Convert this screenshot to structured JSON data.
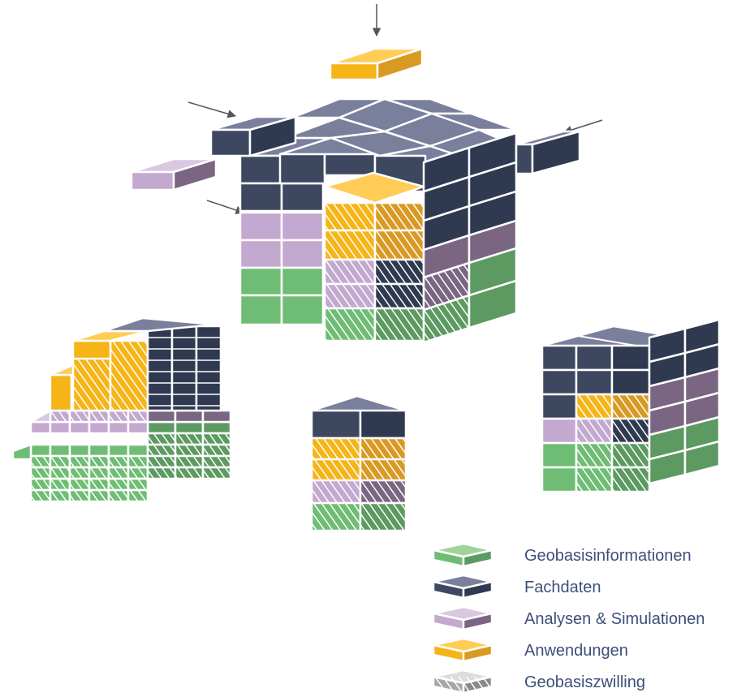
{
  "colors": {
    "green": {
      "top": "#9fd39a",
      "front": "#6fbd74",
      "side": "#5c9a62"
    },
    "navy": {
      "top": "#7a7f9c",
      "front": "#3d4860",
      "side": "#2f3950"
    },
    "purple": {
      "top": "#d9c8e0",
      "front": "#c3a8cf",
      "side": "#7a6582"
    },
    "orange": {
      "top": "#ffcc55",
      "front": "#f5b418",
      "side": "#d99a24"
    },
    "gray": {
      "top": "#dcdcdc",
      "front": "#a7a7a7",
      "side": "#8a8a8a"
    },
    "arrow": "#555555",
    "legend_text": "#3d4f7a"
  },
  "legend": [
    {
      "label": "Geobasisinformationen",
      "color": "green",
      "hatched": false,
      "icon": "green-layer-icon"
    },
    {
      "label": "Fachdaten",
      "color": "navy",
      "hatched": false,
      "icon": "navy-layer-icon"
    },
    {
      "label": "Analysen & Simulationen",
      "color": "purple",
      "hatched": false,
      "icon": "purple-layer-icon"
    },
    {
      "label": "Anwendungen",
      "color": "orange",
      "hatched": false,
      "icon": "orange-layer-icon"
    },
    {
      "label": "Geobasiszwilling",
      "color": "gray",
      "hatched": true,
      "icon": "hatched-layer-icon"
    }
  ]
}
